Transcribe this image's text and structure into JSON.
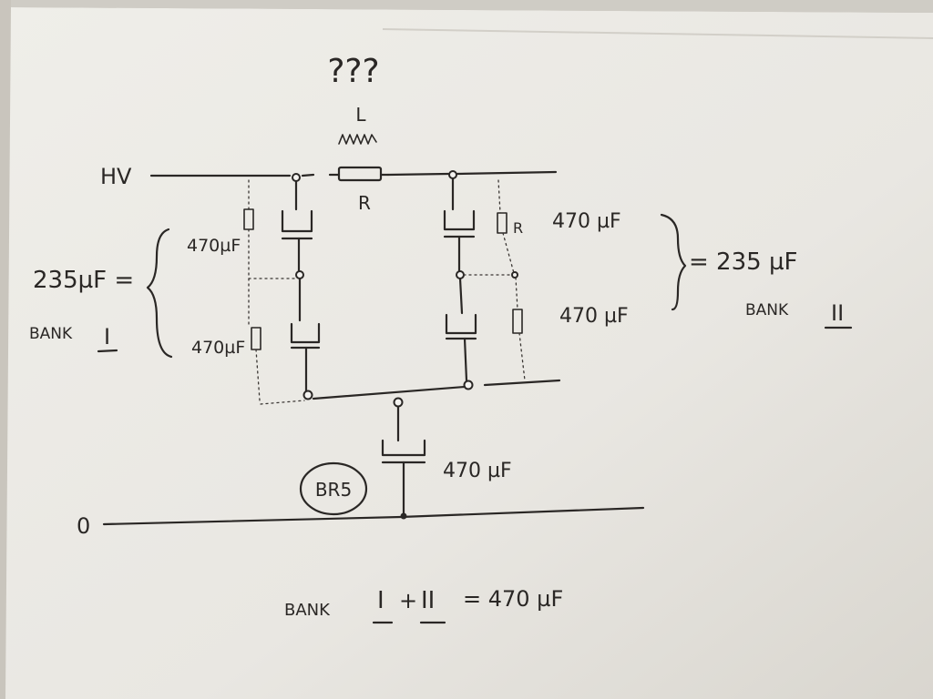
{
  "question_marks": "???",
  "hv_label": "HV",
  "zero_label": "0",
  "inductor_label": "L",
  "resistor_label": "R",
  "bank1": {
    "cap_top": "470µF",
    "cap_bottom": "470µF",
    "total": "235µF =",
    "name": "BANK",
    "numeral": "I"
  },
  "bank2": {
    "cap_top": "470 µF",
    "cap_bottom": "470 µF",
    "resistor_label": "R",
    "total": "= 235 µF",
    "name": "BANK",
    "numeral": "II"
  },
  "bottom_cap": "470 µF",
  "circle_label": "BR5",
  "summary": {
    "prefix": "BANK",
    "i": "I",
    "plus": "+",
    "ii": "II",
    "result": "= 470 µF"
  },
  "colors": {
    "ink": "#2a2725",
    "paper": "#eceae5",
    "background": "#c9c5bd"
  }
}
